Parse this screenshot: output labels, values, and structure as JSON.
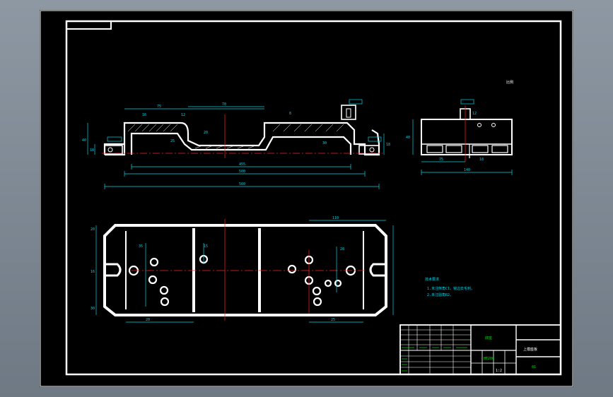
{
  "drawing": {
    "scale_note": "比例",
    "notes_title": "技术要求",
    "notes": [
      "1.未注倒角C1，锐边去毛刺。",
      "2.未注圆角R2。"
    ],
    "title_block": {
      "part_name": "底座",
      "drawing_title": "上模座板",
      "material": "HT200",
      "scale": "1:2",
      "sheet": "01"
    },
    "front_dims": [
      "75",
      "70",
      "40",
      "18",
      "18",
      "16",
      "12",
      "8",
      "25",
      "20",
      "30",
      "455",
      "500",
      "560"
    ],
    "side_dims": [
      "12",
      "18",
      "75",
      "40",
      "140"
    ],
    "plan_dims": [
      "110",
      "20",
      "16",
      "30",
      "20",
      "25",
      "35",
      "15",
      "28"
    ]
  }
}
